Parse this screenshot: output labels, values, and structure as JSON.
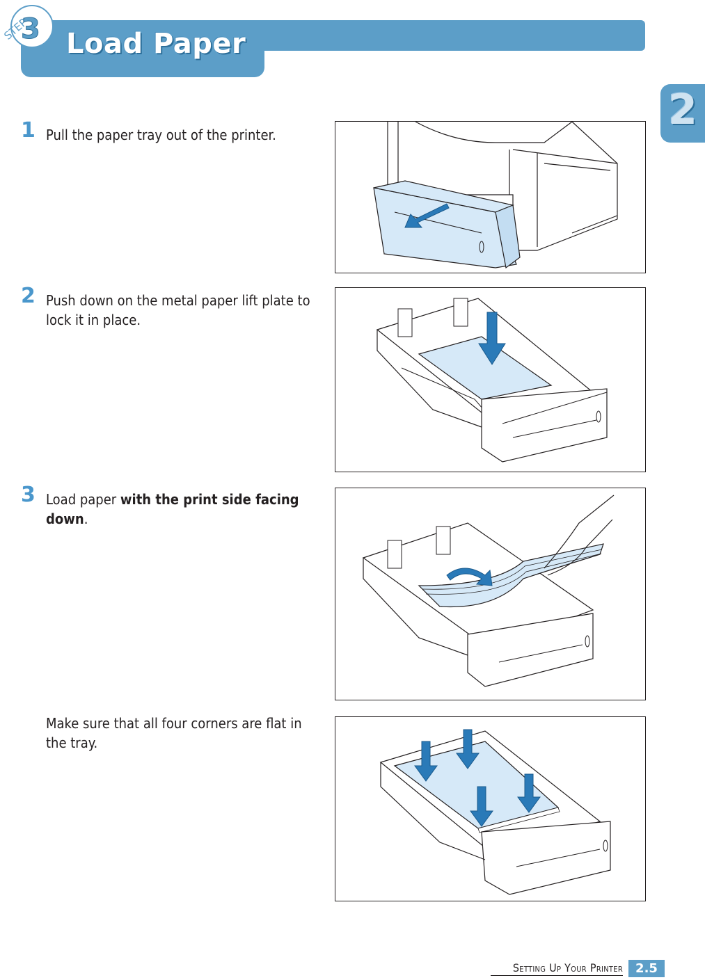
{
  "header": {
    "step_word": "STEP",
    "step_number": "3",
    "title": "Load Paper"
  },
  "side_tab": {
    "chapter": "2"
  },
  "steps": [
    {
      "number": "1",
      "text": "Pull the paper tray out of the printer."
    },
    {
      "number": "2",
      "text": "Push down on the metal paper lift plate to lock it in place."
    },
    {
      "number": "3",
      "text_before": "Load paper ",
      "text_bold": "with the print side facing down",
      "text_after": "."
    }
  ],
  "note": {
    "text": "Make sure that all four corners are flat in the tray."
  },
  "footer": {
    "section_label": "Setting Up Your Printer",
    "page_number": "2.5"
  },
  "colors": {
    "accent": "#5c9ec8",
    "step_number": "#4a97cc",
    "arrow": "#2a7ab8",
    "tray_fill": "#d6e9f8"
  }
}
